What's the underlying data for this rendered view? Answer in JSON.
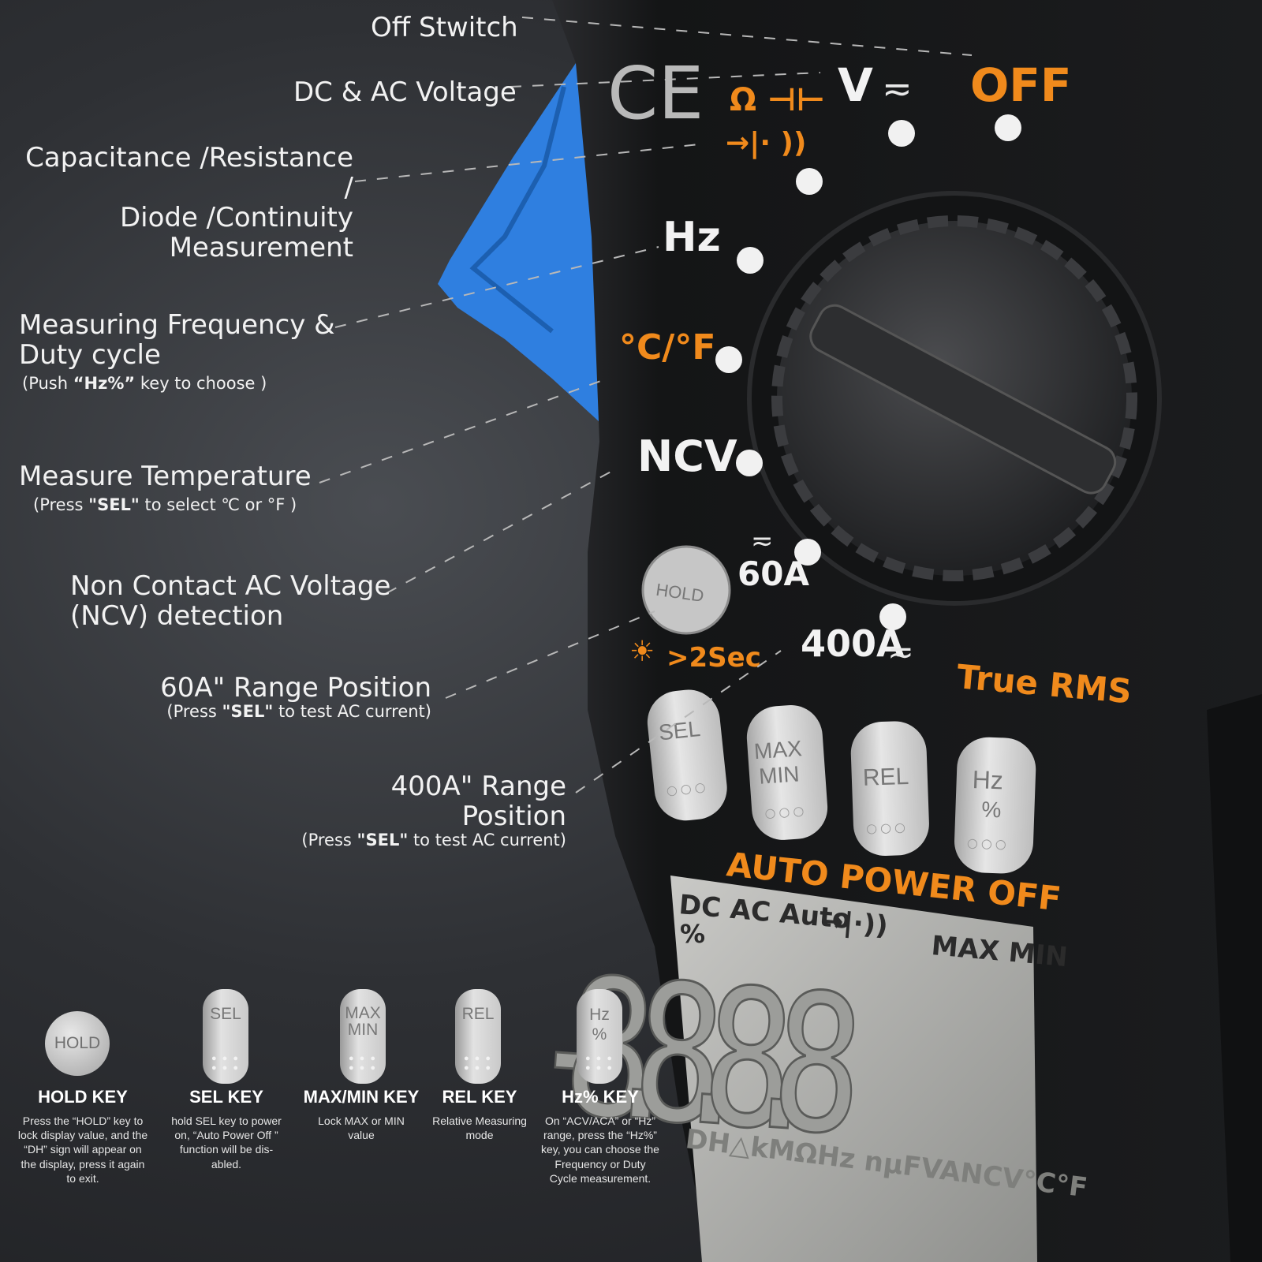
{
  "callouts": {
    "off_switch": "Off Stwitch",
    "dc_ac_voltage": "DC & AC Voltage",
    "capacitance_line1": "Capacitance /Resistance /",
    "capacitance_line2": "Diode /Continuity",
    "capacitance_line3": "Measurement",
    "frequency_line1": "Measuring Frequency &",
    "frequency_line2": "Duty cycle",
    "frequency_sub_pre": "(Push ",
    "frequency_sub_key": "“Hz%”",
    "frequency_sub_post": " key to choose  )",
    "temperature": "Measure Temperature",
    "temperature_sub_pre": "(Press ",
    "temperature_sub_key": "\"SEL\"",
    "temperature_sub_post": " to select ℃ or °F )",
    "ncv_line1": "Non Contact AC Voltage",
    "ncv_line2": "(NCV) detection",
    "range60": "60A\" Range Position",
    "range60_sub_pre": "(Press ",
    "range60_sub_key": "\"SEL\"",
    "range60_sub_post": " to test AC current)",
    "range400": "400A\" Range Position",
    "range400_sub_pre": "(Press ",
    "range400_sub_key": "\"SEL\"",
    "range400_sub_post": " to test AC current)"
  },
  "device": {
    "ce_mark": "CE",
    "dial_v": "V",
    "dial_off": "OFF",
    "dial_ohm_cap": "Ω ⊣⊢",
    "dial_diode_cont": "→|· ))",
    "dial_hz": "Hz",
    "dial_temp": "°C/°F",
    "dial_ncv": "NCV",
    "dial_60a": "60A",
    "dial_400a": "400A",
    "hold_button": "HOLD",
    "backlight_hint": ">2Sec",
    "true_rms": "True RMS",
    "sel_button": "SEL",
    "maxmin_button_line1": "MAX",
    "maxmin_button_line2": "MIN",
    "rel_button": "REL",
    "hz_button_line1": "Hz",
    "hz_button_line2": "%",
    "auto_power_off": "AUTO POWER OFF",
    "lcd_top": "DC AC Auto",
    "lcd_top_right": "MAX MIN",
    "lcd_percent": "%",
    "lcd_digits": "-8.8.8.8",
    "lcd_bottom": "DH△kMΩHz nμFVANCV°C°F"
  },
  "keys": [
    {
      "icon": "HOLD",
      "title": "HOLD KEY",
      "desc": "Press the “HOLD” key to lock display value, and the “DH” sign will appear on the display, press it again to exit."
    },
    {
      "icon": "SEL",
      "title": "SEL KEY",
      "desc": "hold SEL key to power on, “Auto Power Off ” function will be dis-abled."
    },
    {
      "icon_line1": "MAX",
      "icon_line2": "MIN",
      "title": "MAX/MIN KEY",
      "desc": "Lock MAX or MIN value"
    },
    {
      "icon": "REL",
      "title": "REL KEY",
      "desc": "Relative Measuring mode"
    },
    {
      "icon_line1": "Hz",
      "icon_line2": "%",
      "title": "Hz% KEY",
      "desc": "On “ACV/ACA” or “Hz” range, press the “Hz%” key, you can choose the Frequency or Duty Cycle measurement."
    }
  ],
  "colors": {
    "accent_orange": "#f08a1c",
    "clamp_blue": "#2f7fe0",
    "body": "#17181a"
  }
}
